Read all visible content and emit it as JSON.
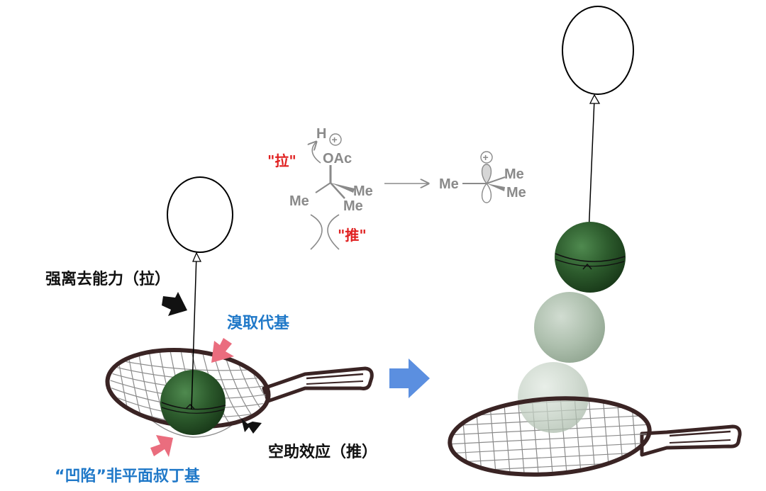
{
  "labels": {
    "leaving_group": "强离去能力（拉）",
    "bromo_sub": "溴取代基",
    "steric": "空助效应（推）",
    "nonplanar": "“凹陷”非平面叔丁基"
  },
  "scheme": {
    "h": "H",
    "oac": "OAc",
    "me": "Me",
    "pull": "\"拉\"",
    "push": "\"推\"",
    "plus": "+"
  },
  "colors": {
    "ball_dark": "#2c5a2c",
    "ball_light": "#9fb49f",
    "blue_text": "#1f78c8",
    "pink_arrow": "#ea6d7e",
    "blue_arrow": "#5b8fe0",
    "racket": "#3a2424",
    "scheme_gray": "#8a8a8a",
    "scheme_red": "#e02020"
  }
}
